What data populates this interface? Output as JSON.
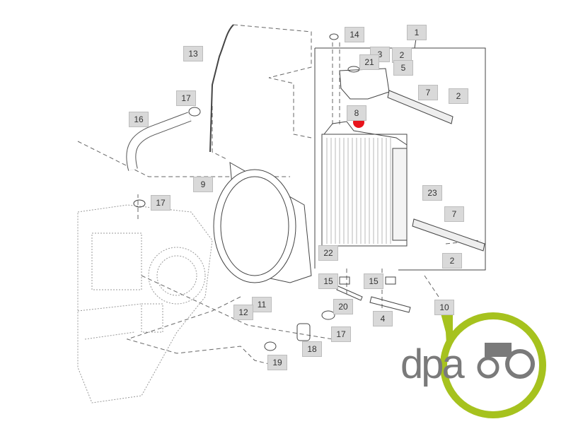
{
  "callouts": [
    "14",
    "1",
    "13",
    "3",
    "21",
    "2",
    "5",
    "17",
    "7",
    "2",
    "8",
    "16",
    "9",
    "17",
    "23",
    "7",
    "22",
    "2",
    "15",
    "15",
    "20",
    "11",
    "12",
    "4",
    "10",
    "17",
    "18",
    "19"
  ],
  "highlight": {
    "part": "8",
    "color": "#e8141c"
  },
  "logo": {
    "text": "dpa",
    "green": "#a6c21e",
    "gray": "#7a7a7a"
  }
}
